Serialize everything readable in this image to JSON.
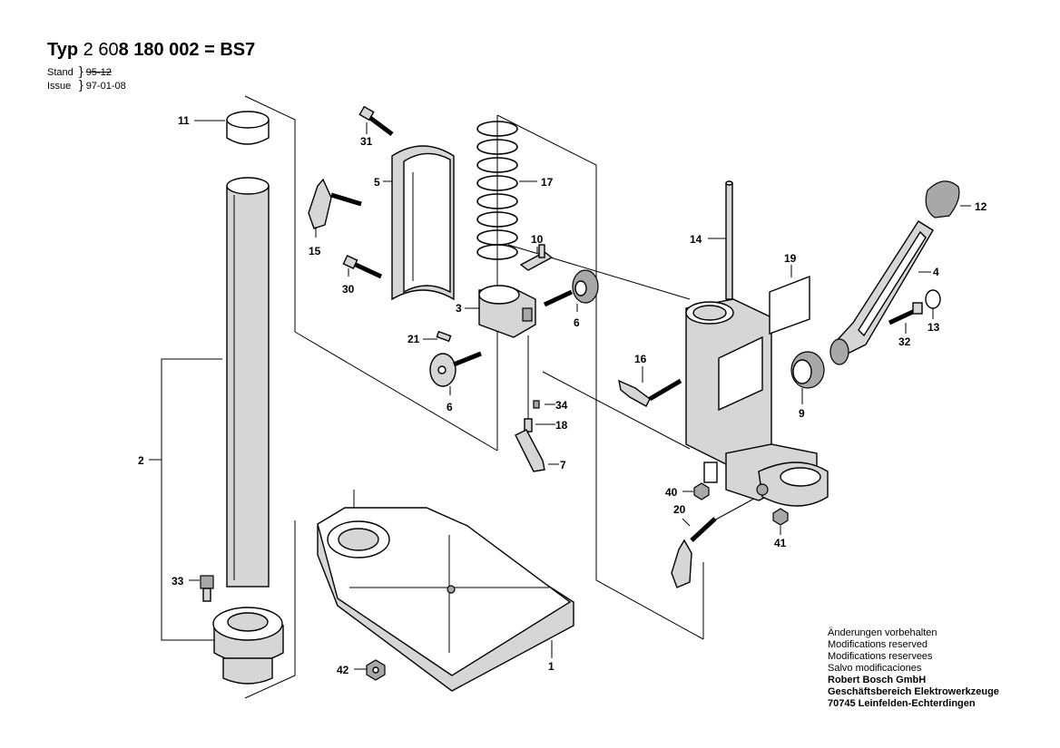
{
  "header": {
    "title_prefix": "Typ",
    "title_light": "2 60",
    "title_bold": "8 180 002 = BS7",
    "stand_label": "Stand",
    "stand_old": "95-12",
    "issue_label": "Issue",
    "issue_date": "97-01-08"
  },
  "labels": {
    "p1": "1",
    "p2": "2",
    "p3": "3",
    "p4": "4",
    "p5": "5",
    "p6a": "6",
    "p6b": "6",
    "p7": "7",
    "p9": "9",
    "p10": "10",
    "p11": "11",
    "p12": "12",
    "p13": "13",
    "p14": "14",
    "p15": "15",
    "p16": "16",
    "p17": "17",
    "p18": "18",
    "p19": "19",
    "p20": "20",
    "p21": "21",
    "p30": "30",
    "p31": "31",
    "p32": "32",
    "p33": "33",
    "p34": "34",
    "p40": "40",
    "p41": "41",
    "p42": "42"
  },
  "footer": {
    "line1": "Änderungen vorbehalten",
    "line2": "Modifications reserved",
    "line3": "Modifications reservees",
    "line4": "Salvo modificaciones",
    "company": "Robert Bosch GmbH",
    "division": "Geschäftsbereich Elektrowerkzeuge",
    "address": "70745 Leinfelden-Echterdingen"
  }
}
